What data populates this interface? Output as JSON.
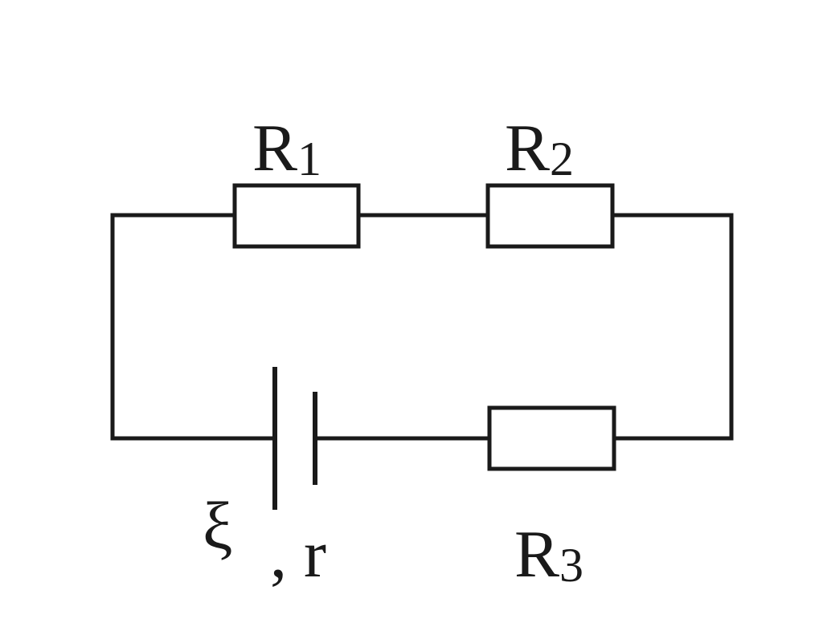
{
  "diagram": {
    "type": "circuit",
    "components": {
      "r1": {
        "symbol": "R",
        "subscript": "1"
      },
      "r2": {
        "symbol": "R",
        "subscript": "2"
      },
      "r3": {
        "symbol": "R",
        "subscript": "3"
      },
      "source": {
        "emf_symbol": "ξ",
        "internal_resistance_label": ", r"
      }
    },
    "colors": {
      "line": "#1a1a1a",
      "background": "#ffffff"
    }
  }
}
